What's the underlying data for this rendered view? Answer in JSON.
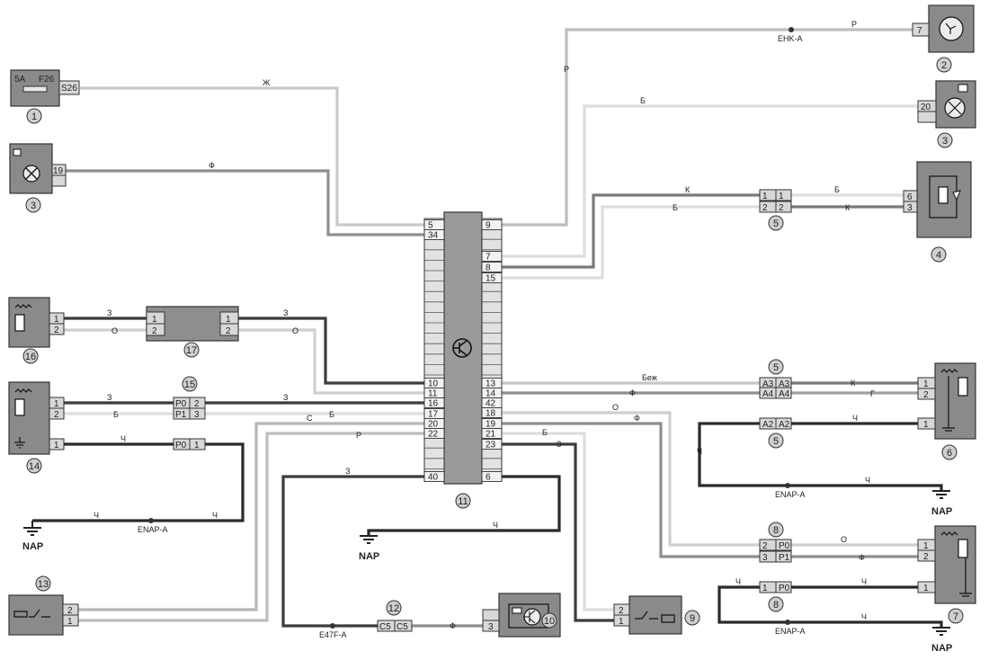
{
  "wire_colors": {
    "Ж": "#c9c9c9",
    "Р": "#bdbdbd",
    "Б": "#dedede",
    "Ф": "#8f8f8f",
    "К": "#7a7a7a",
    "З": "#3c3c3c",
    "О": "#cfcfcf",
    "С": "#b7b7b7",
    "Ч": "#2a2a2a",
    "Беж": "#c6c6c6",
    "Г": "#a0a0a0"
  },
  "fuse": {
    "amp": "5A",
    "name": "F26",
    "pin": "S26"
  },
  "ecu_left_pins": [
    "5",
    "34",
    "10",
    "11",
    "16",
    "17",
    "20",
    "22",
    "40"
  ],
  "ecu_right_pins": [
    "9",
    "7",
    "8",
    "15",
    "13",
    "14",
    "42",
    "18",
    "19",
    "21",
    "23",
    "6"
  ],
  "connector17": {
    "left": [
      "1",
      "2"
    ],
    "right": [
      "1",
      "2"
    ]
  },
  "connector15": {
    "top": [
      [
        "P0",
        "2"
      ],
      [
        "P1",
        "3"
      ]
    ],
    "bottom": [
      "P0",
      "1"
    ]
  },
  "connector5_top": {
    "rows": [
      [
        "1",
        "1"
      ],
      [
        "2",
        "2"
      ]
    ]
  },
  "connector5_mid": {
    "rows": [
      [
        "A3",
        "A3"
      ],
      [
        "A4",
        "A4"
      ]
    ]
  },
  "connector5_low": {
    "rows": [
      [
        "A2",
        "A2"
      ]
    ]
  },
  "connector8_top": {
    "rows": [
      [
        "2",
        "P0"
      ],
      [
        "3",
        "P1"
      ]
    ]
  },
  "connector8_low": {
    "rows": [
      [
        "1",
        "P0"
      ]
    ]
  },
  "connector12": {
    "rows": [
      [
        "C5",
        "C5"
      ]
    ]
  },
  "pins": {
    "c2": "7",
    "c3a": "20",
    "c3b": "19",
    "c4": [
      "6",
      "3"
    ],
    "c6": [
      "1",
      "2",
      "1"
    ],
    "c7": [
      "1",
      "2",
      "1"
    ],
    "c9": [
      "2",
      "1"
    ],
    "c10": "3",
    "c13": [
      "2",
      "1"
    ],
    "c14": [
      "1",
      "2",
      "1"
    ],
    "c16": [
      "1",
      "2"
    ]
  },
  "wire_labels": {
    "zh": "Ж",
    "r": "Р",
    "b": "Б",
    "f": "Ф",
    "k": "К",
    "z": "З",
    "o": "О",
    "s": "С",
    "ch": "Ч",
    "bezh": "Беж",
    "g": "Г"
  },
  "splices": [
    "EHK-A",
    "ENAP-A",
    "E47F-A"
  ],
  "ground_label": "NAP",
  "numbers": [
    "1",
    "2",
    "3",
    "4",
    "5",
    "6",
    "7",
    "8",
    "9",
    "10",
    "11",
    "12",
    "13",
    "14",
    "15",
    "16",
    "17"
  ]
}
